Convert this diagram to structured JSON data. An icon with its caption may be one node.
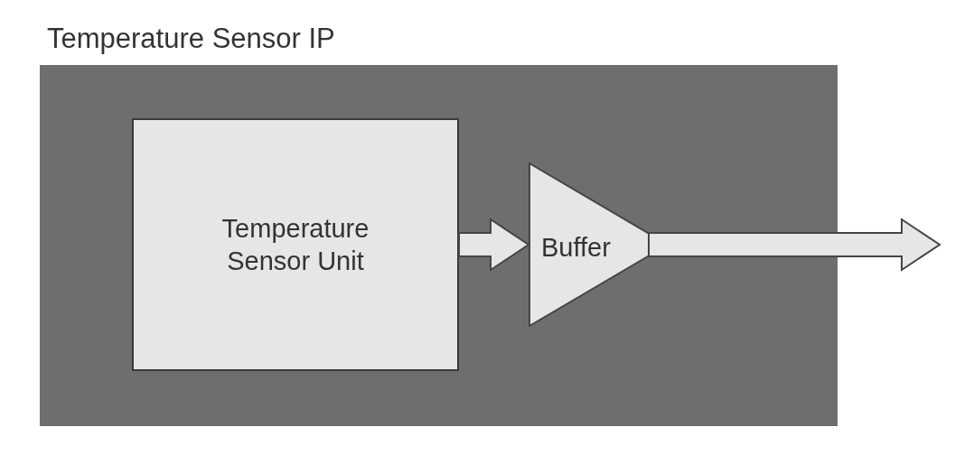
{
  "diagram": {
    "nodes": [
      {
        "text": [
          "Temperature Sensor IP"
        ]
      },
      {
        "text": [
          "Temperature Sensor Unit"
        ],
        "in": 0
      },
      {
        "text": [
          "Buffer"
        ],
        "in": 0
      }
    ],
    "edges": [
      {
        "from": 1,
        "to": 2,
        "arrow": "to"
      },
      {
        "from": 2,
        "to": null,
        "arrow": "to"
      }
    ]
  }
}
